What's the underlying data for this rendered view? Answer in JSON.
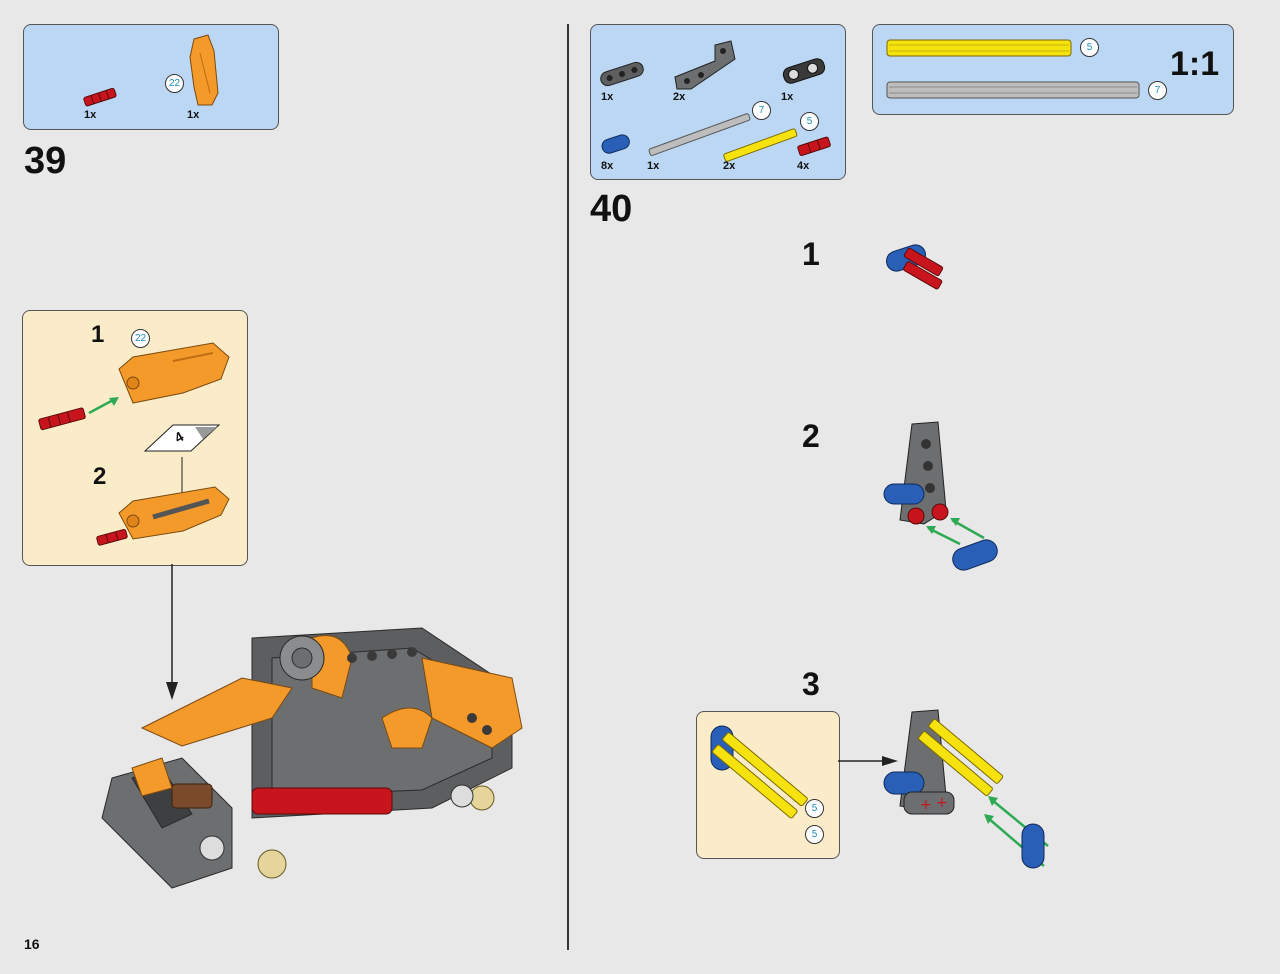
{
  "page": {
    "number": "16"
  },
  "step39": {
    "number": "39",
    "parts": [
      {
        "qty": "1x",
        "name": "red-axle-3"
      },
      {
        "qty": "1x",
        "name": "orange-panel",
        "callout": "22"
      }
    ],
    "sub": {
      "step1": "1",
      "step1_callout": "22",
      "step2": "2",
      "sticker": "4"
    }
  },
  "step40": {
    "number": "40",
    "parts": [
      {
        "qty": "1x",
        "name": "dark-gray-beam-3"
      },
      {
        "qty": "2x",
        "name": "dark-gray-l-beam"
      },
      {
        "qty": "1x",
        "name": "black-connector"
      },
      {
        "qty": "8x",
        "name": "blue-pin"
      },
      {
        "qty": "1x",
        "name": "gray-axle-7",
        "callout": "7"
      },
      {
        "qty": "2x",
        "name": "yellow-axle-5",
        "callout": "5"
      },
      {
        "qty": "4x",
        "name": "red-axle-2"
      }
    ],
    "scale": {
      "label": "1:1",
      "yellow_callout": "5",
      "gray_callout": "7"
    },
    "sub_steps": [
      "1",
      "2",
      "3"
    ],
    "sub3_callouts": [
      "5",
      "5"
    ]
  },
  "colors": {
    "parts_bg": "#bcd7f3",
    "sub_bg": "#fbecc9",
    "page_bg": "#e8e8e8",
    "orange": "#f39a2b",
    "dark_gray": "#6c6e70",
    "red": "#c8151d",
    "blue": "#2a5fb8",
    "yellow": "#f5e20f",
    "arrow_green": "#2eaa55"
  }
}
